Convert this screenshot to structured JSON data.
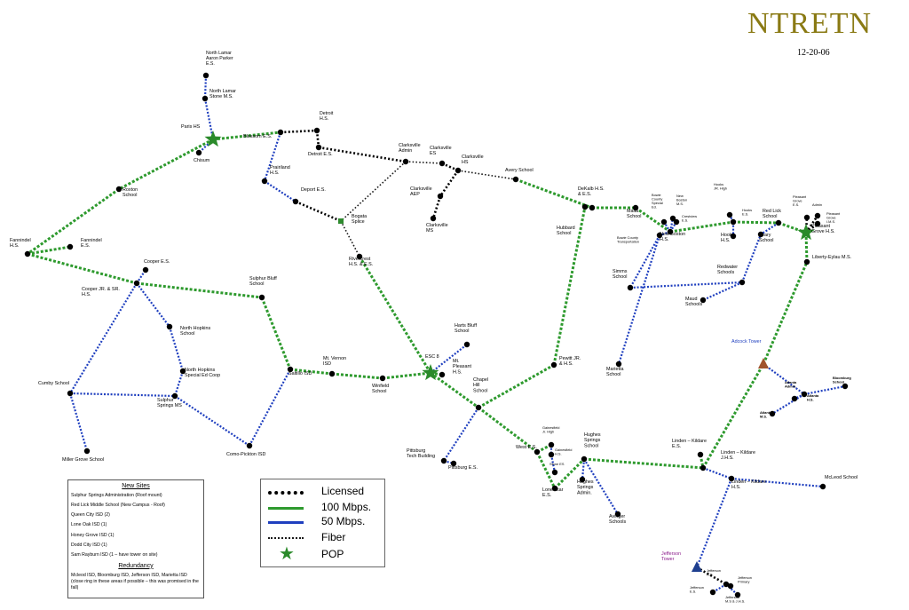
{
  "header": {
    "title": "NTRETN",
    "date": "12-20-06"
  },
  "legend": {
    "licensed": "Licensed",
    "mbps100": "100 Mbps.",
    "mbps50": "50 Mbps.",
    "fiber": "Fiber",
    "pop": "POP"
  },
  "new_sites": {
    "heading": "New Sites",
    "items": [
      "Sulphur Springs Administration (Roof mount)",
      "Red Lick Middle School (New Campus - Roof)",
      "Queen City ISD (2)",
      "Lone Oak ISD (1)",
      "Honey Grove ISD (1)",
      "Dodd City ISD (1)",
      "Sam Rayburn ISD (1 – have tower on site)"
    ],
    "redundancy_heading": "Redundancy",
    "redundancy_text": "Mcleod ISD, Bloomburg ISD, Jefferson ISD, Marietta ISD (close ring in these areas if possible – this was promised in the fall)"
  },
  "colors": {
    "licensed": "#000000",
    "mbps100": "#2e9a2e",
    "mbps50": "#1f3fbf",
    "fiber": "#1a1a1a",
    "pop": "#2a8a2a",
    "tower_adcock": "#a0522d",
    "tower_jefferson": "#1f3f8f",
    "title": "#8a7a14",
    "tower_label_adcock": "#1f3fbf",
    "tower_label_jefferson": "#8b1a8b"
  },
  "sites": [
    {
      "id": "northlamar_ap",
      "label": "North Lamar\nAaron Parker\nE.S."
    },
    {
      "id": "northlamar_stone",
      "label": "North Lamar\nStone M.S."
    },
    {
      "id": "paris",
      "label": "Paris HS"
    },
    {
      "id": "chisum",
      "label": "Chisum"
    },
    {
      "id": "blossom",
      "label": "Blossom E.S."
    },
    {
      "id": "detroit_hs",
      "label": "Detroit\nH.S."
    },
    {
      "id": "detroit_es",
      "label": "Detroit E.S."
    },
    {
      "id": "prairiland",
      "label": "Prairiland\nH.S."
    },
    {
      "id": "roxton",
      "label": "Roxton\nSchool"
    },
    {
      "id": "fannindel_hs",
      "label": "Fannindel\nH.S."
    },
    {
      "id": "fannindel_es",
      "label": "Fannindel\nE.S."
    },
    {
      "id": "cooper_es",
      "label": "Cooper E.S."
    },
    {
      "id": "cooper_jr",
      "label": "Cooper JR. & SR.\nH.S."
    },
    {
      "id": "north_hopkins",
      "label": "North Hopkins\nSchool"
    },
    {
      "id": "north_hopkins_ec",
      "label": "North Hopkins\nSpecial Ed Coop"
    },
    {
      "id": "sulphur_ms",
      "label": "Sulphur\nSprings MS"
    },
    {
      "id": "cumby",
      "label": "Cumby School"
    },
    {
      "id": "miller_grove",
      "label": "Miller Grove School"
    },
    {
      "id": "como",
      "label": "Como-Pickton ISD"
    },
    {
      "id": "sulphur_bluff",
      "label": "Sulphur Bluff\nSchool"
    },
    {
      "id": "saltillo",
      "label": "Saltillo ISD"
    },
    {
      "id": "mt_vernon",
      "label": "Mt. Vernon\nISD"
    },
    {
      "id": "winfield",
      "label": "Winfield\nSchool"
    },
    {
      "id": "deport",
      "label": "Deport E.S."
    },
    {
      "id": "bogata",
      "label": "Bogata\nSplice"
    },
    {
      "id": "rivercrest",
      "label": "Rivercrest\nH.S. & E.S."
    },
    {
      "id": "clarksville_admin",
      "label": "Clarksville\nAdmin"
    },
    {
      "id": "clarksville_es",
      "label": "Clarksville\nES"
    },
    {
      "id": "clarksville_hs",
      "label": "Clarksville\nHS"
    },
    {
      "id": "clarksville_aep",
      "label": "Clarksville\nAEP"
    },
    {
      "id": "clarksville_ms",
      "label": "Clarksville\nMS"
    },
    {
      "id": "avery",
      "label": "Avery School"
    },
    {
      "id": "esc8",
      "label": "ESC 8"
    },
    {
      "id": "harts_bluff",
      "label": "Harts Bluff\nSchool"
    },
    {
      "id": "mt_pleasant",
      "label": "Mt.\nPleasant\nH.S."
    },
    {
      "id": "chapel_hill",
      "label": "Chapel\nHill\nSchool"
    },
    {
      "id": "pewitt",
      "label": "Pewitt JR.\n& H.S."
    },
    {
      "id": "hubbard",
      "label": "Hubbard\nSchool"
    },
    {
      "id": "dekalb",
      "label": "DeKalb H.S.\n& E.S."
    },
    {
      "id": "pittsburg_tech",
      "label": "Pittsburg\nTech Building"
    },
    {
      "id": "pittsburg_es",
      "label": "Pittsburg E.S."
    },
    {
      "id": "west_es",
      "label": "West E.S."
    },
    {
      "id": "gainesfield_jr",
      "label": "Gainesfield\nJr. High"
    },
    {
      "id": "gainesfield_hs",
      "label": "Gainesfield\nH.S."
    },
    {
      "id": "stone_es",
      "label": "Stone ES"
    },
    {
      "id": "lone_star",
      "label": "Lone Star\nE.S."
    },
    {
      "id": "hughes_springs_school",
      "label": "Hughes\nSprings\nSchool"
    },
    {
      "id": "hughes_springs_admin",
      "label": "Hughes\nSprings\nAdmin."
    },
    {
      "id": "avinger",
      "label": "Avinger\nSchools"
    },
    {
      "id": "maud",
      "label": "Maud\nSchools"
    },
    {
      "id": "simms",
      "label": "Simms\nSchool"
    },
    {
      "id": "marietta",
      "label": "Marietta\nSchool"
    },
    {
      "id": "malta",
      "label": "Malta\nSchool"
    },
    {
      "id": "bowie_special",
      "label": "Bowie\nCounty\nSpecial\nEd."
    },
    {
      "id": "new_boston_ms",
      "label": "New\nBoston\nM.S."
    },
    {
      "id": "crestview",
      "label": "Crestview\nE.S."
    },
    {
      "id": "bowie_transport",
      "label": "Bowie County\nTransportation"
    },
    {
      "id": "new_boston_hs",
      "label": "New Boston\nH.S."
    },
    {
      "id": "redwater",
      "label": "Redwater\nSchools"
    },
    {
      "id": "hooks_jr",
      "label": "Hooks\nJR. High"
    },
    {
      "id": "hooks_es",
      "label": "Hooks\nE.S."
    },
    {
      "id": "hooks_hs",
      "label": "Hooks\nH.S."
    },
    {
      "id": "leary",
      "label": "Leary\nSchool"
    },
    {
      "id": "red_lick",
      "label": "Red Lick\nSchool"
    },
    {
      "id": "pleasant_grove_es",
      "label": "Pleasant\nGrove\nE.S."
    },
    {
      "id": "pg_admin",
      "label": "Admin"
    },
    {
      "id": "pg_ims",
      "label": "Pleasant\nGrove\nI.M.S."
    },
    {
      "id": "pleasant_grove_hs",
      "label": "Pleasant\nGrove H.S."
    },
    {
      "id": "liberty_eylau",
      "label": "Liberty-Eylau M.S."
    },
    {
      "id": "adcock",
      "label": "Adcock Tower"
    },
    {
      "id": "atlanta_admin",
      "label": "Atlanta\nAdmin."
    },
    {
      "id": "bloomburg",
      "label": "Bloomburg\nSchool"
    },
    {
      "id": "atlanta_hs",
      "label": "Atlanta\nH.S."
    },
    {
      "id": "atlanta_ms",
      "label": "Atlanta\nM.S."
    },
    {
      "id": "linden_es",
      "label": "Linden – Kildare\nE.S."
    },
    {
      "id": "linden_jhs",
      "label": "Linden – Kildare\nJ.H.S."
    },
    {
      "id": "linden_hs",
      "label": "Linden – Kildare\nH.S."
    },
    {
      "id": "mcleod",
      "label": "McLeod School"
    },
    {
      "id": "jefferson_tower",
      "label": "Jefferson\nTower"
    },
    {
      "id": "jefferson_hs",
      "label": "Jefferson\nH.S."
    },
    {
      "id": "jefferson_primary",
      "label": "Jefferson\nPrimary"
    },
    {
      "id": "jefferson_es",
      "label": "Jefferson\nE.S."
    },
    {
      "id": "jefferson_ms",
      "label": "Jefferson\nM.S & J.H.S."
    }
  ],
  "links": [
    {
      "from": "northlamar_ap",
      "to": "northlamar_stone",
      "type": "mbps50"
    },
    {
      "from": "northlamar_stone",
      "to": "paris",
      "type": "mbps50"
    },
    {
      "from": "paris",
      "to": "chisum",
      "type": "mbps50"
    },
    {
      "from": "paris",
      "to": "blossom",
      "type": "mbps100"
    },
    {
      "from": "blossom",
      "to": "detroit_hs",
      "type": "licensed"
    },
    {
      "from": "detroit_hs",
      "to": "detroit_es",
      "type": "licensed"
    },
    {
      "from": "blossom",
      "to": "prairiland",
      "type": "mbps50"
    },
    {
      "from": "prairiland",
      "to": "deport",
      "type": "mbps50"
    },
    {
      "from": "deport",
      "to": "bogata",
      "type": "licensed"
    },
    {
      "from": "detroit_es",
      "to": "clarksville_admin",
      "type": "licensed"
    },
    {
      "from": "clarksville_admin",
      "to": "bogata",
      "type": "fiber"
    },
    {
      "from": "clarksville_admin",
      "to": "clarksville_es",
      "type": "fiber"
    },
    {
      "from": "clarksville_es",
      "to": "clarksville_hs",
      "type": "licensed"
    },
    {
      "from": "clarksville_hs",
      "to": "clarksville_aep",
      "type": "licensed"
    },
    {
      "from": "clarksville_aep",
      "to": "clarksville_ms",
      "type": "licensed"
    },
    {
      "from": "clarksville_hs",
      "to": "avery",
      "type": "fiber"
    },
    {
      "from": "avery",
      "to": "dekalb",
      "type": "mbps100"
    },
    {
      "from": "bogata",
      "to": "rivercrest",
      "type": "fiber"
    },
    {
      "from": "rivercrest",
      "to": "esc8",
      "type": "mbps100"
    },
    {
      "from": "paris",
      "to": "roxton",
      "type": "mbps100"
    },
    {
      "from": "roxton",
      "to": "fannindel_hs",
      "type": "mbps100"
    },
    {
      "from": "fannindel_hs",
      "to": "fannindel_es",
      "type": "mbps100"
    },
    {
      "from": "fannindel_hs",
      "to": "cooper_jr",
      "type": "mbps100"
    },
    {
      "from": "cooper_jr",
      "to": "cooper_es",
      "type": "mbps50"
    },
    {
      "from": "cooper_jr",
      "to": "sulphur_bluff",
      "type": "mbps100"
    },
    {
      "from": "cooper_jr",
      "to": "north_hopkins",
      "type": "mbps50"
    },
    {
      "from": "north_hopkins",
      "to": "north_hopkins_ec",
      "type": "mbps50"
    },
    {
      "from": "north_hopkins_ec",
      "to": "sulphur_ms",
      "type": "mbps50"
    },
    {
      "from": "cooper_jr",
      "to": "cumby",
      "type": "mbps50"
    },
    {
      "from": "cumby",
      "to": "sulphur_ms",
      "type": "mbps50"
    },
    {
      "from": "cumby",
      "to": "miller_grove",
      "type": "mbps50"
    },
    {
      "from": "sulphur_ms",
      "to": "como",
      "type": "mbps50"
    },
    {
      "from": "como",
      "to": "saltillo",
      "type": "mbps50"
    },
    {
      "from": "sulphur_bluff",
      "to": "saltillo",
      "type": "mbps100"
    },
    {
      "from": "saltillo",
      "to": "mt_vernon",
      "type": "mbps100"
    },
    {
      "from": "mt_vernon",
      "to": "winfield",
      "type": "mbps100"
    },
    {
      "from": "winfield",
      "to": "esc8",
      "type": "mbps100"
    },
    {
      "from": "esc8",
      "to": "harts_bluff",
      "type": "mbps50"
    },
    {
      "from": "esc8",
      "to": "mt_pleasant",
      "type": "mbps100"
    },
    {
      "from": "esc8",
      "to": "chapel_hill",
      "type": "mbps100"
    },
    {
      "from": "chapel_hill",
      "to": "pewitt",
      "type": "mbps100"
    },
    {
      "from": "pewitt",
      "to": "hubbard",
      "type": "mbps100"
    },
    {
      "from": "hubbard",
      "to": "dekalb",
      "type": "mbps100"
    },
    {
      "from": "chapel_hill",
      "to": "pittsburg_tech",
      "type": "mbps50"
    },
    {
      "from": "pittsburg_tech",
      "to": "pittsburg_es",
      "type": "mbps50"
    },
    {
      "from": "chapel_hill",
      "to": "west_es",
      "type": "mbps100"
    },
    {
      "from": "west_es",
      "to": "gainesfield_jr",
      "type": "mbps100"
    },
    {
      "from": "gainesfield_jr",
      "to": "gainesfield_hs",
      "type": "mbps50"
    },
    {
      "from": "gainesfield_hs",
      "to": "stone_es",
      "type": "mbps50"
    },
    {
      "from": "west_es",
      "to": "lone_star",
      "type": "mbps100"
    },
    {
      "from": "lone_star",
      "to": "hughes_springs_school",
      "type": "mbps100"
    },
    {
      "from": "hughes_springs_school",
      "to": "hughes_springs_admin",
      "type": "mbps50"
    },
    {
      "from": "hughes_springs_school",
      "to": "avinger",
      "type": "mbps50"
    },
    {
      "from": "hughes_springs_school",
      "to": "linden_jhs",
      "type": "mbps100"
    },
    {
      "from": "linden_es",
      "to": "linden_jhs",
      "type": "mbps100"
    },
    {
      "from": "linden_jhs",
      "to": "linden_hs",
      "type": "mbps50"
    },
    {
      "from": "linden_hs",
      "to": "mcleod",
      "type": "mbps50"
    },
    {
      "from": "linden_hs",
      "to": "jefferson_tower",
      "type": "mbps50"
    },
    {
      "from": "jefferson_tower",
      "to": "jefferson_hs",
      "type": "licensed"
    },
    {
      "from": "jefferson_hs",
      "to": "jefferson_primary",
      "type": "mbps50"
    },
    {
      "from": "jefferson_hs",
      "to": "jefferson_es",
      "type": "mbps50"
    },
    {
      "from": "jefferson_hs",
      "to": "jefferson_ms",
      "type": "mbps50"
    },
    {
      "from": "linden_jhs",
      "to": "adcock",
      "type": "mbps100"
    },
    {
      "from": "adcock",
      "to": "atlanta_admin",
      "type": "mbps50"
    },
    {
      "from": "atlanta_admin",
      "to": "bloomburg",
      "type": "mbps50"
    },
    {
      "from": "atlanta_admin",
      "to": "atlanta_hs",
      "type": "mbps50"
    },
    {
      "from": "atlanta_admin",
      "to": "atlanta_ms",
      "type": "mbps50"
    },
    {
      "from": "adcock",
      "to": "liberty_eylau",
      "type": "mbps100"
    },
    {
      "from": "dekalb",
      "to": "malta",
      "type": "mbps100"
    },
    {
      "from": "malta",
      "to": "new_boston_hs",
      "type": "mbps100"
    },
    {
      "from": "new_boston_hs",
      "to": "bowie_special",
      "type": "mbps50"
    },
    {
      "from": "new_boston_hs",
      "to": "new_boston_ms",
      "type": "mbps50"
    },
    {
      "from": "new_boston_hs",
      "to": "crestview",
      "type": "mbps50"
    },
    {
      "from": "new_boston_hs",
      "to": "bowie_transport",
      "type": "mbps50"
    },
    {
      "from": "bowie_transport",
      "to": "marietta",
      "type": "mbps50"
    },
    {
      "from": "bowie_transport",
      "to": "simms",
      "type": "mbps50"
    },
    {
      "from": "simms",
      "to": "redwater",
      "type": "mbps50"
    },
    {
      "from": "redwater",
      "to": "leary",
      "type": "mbps50"
    },
    {
      "from": "redwater",
      "to": "maud",
      "type": "mbps50"
    },
    {
      "from": "new_boston_hs",
      "to": "hooks_es",
      "type": "mbps100"
    },
    {
      "from": "hooks_es",
      "to": "hooks_jr",
      "type": "mbps50"
    },
    {
      "from": "hooks_es",
      "to": "hooks_hs",
      "type": "mbps50"
    },
    {
      "from": "hooks_es",
      "to": "red_lick",
      "type": "mbps100"
    },
    {
      "from": "red_lick",
      "to": "leary",
      "type": "mbps50"
    },
    {
      "from": "red_lick",
      "to": "pleasant_grove_hs",
      "type": "mbps100"
    },
    {
      "from": "pleasant_grove_hs",
      "to": "pleasant_grove_es",
      "type": "licensed"
    },
    {
      "from": "pleasant_grove_hs",
      "to": "pg_admin",
      "type": "licensed"
    },
    {
      "from": "pleasant_grove_hs",
      "to": "pg_ims",
      "type": "licensed"
    },
    {
      "from": "pleasant_grove_hs",
      "to": "liberty_eylau",
      "type": "mbps100"
    }
  ],
  "pops": [
    "paris",
    "esc8",
    "pleasant_grove_hs"
  ]
}
